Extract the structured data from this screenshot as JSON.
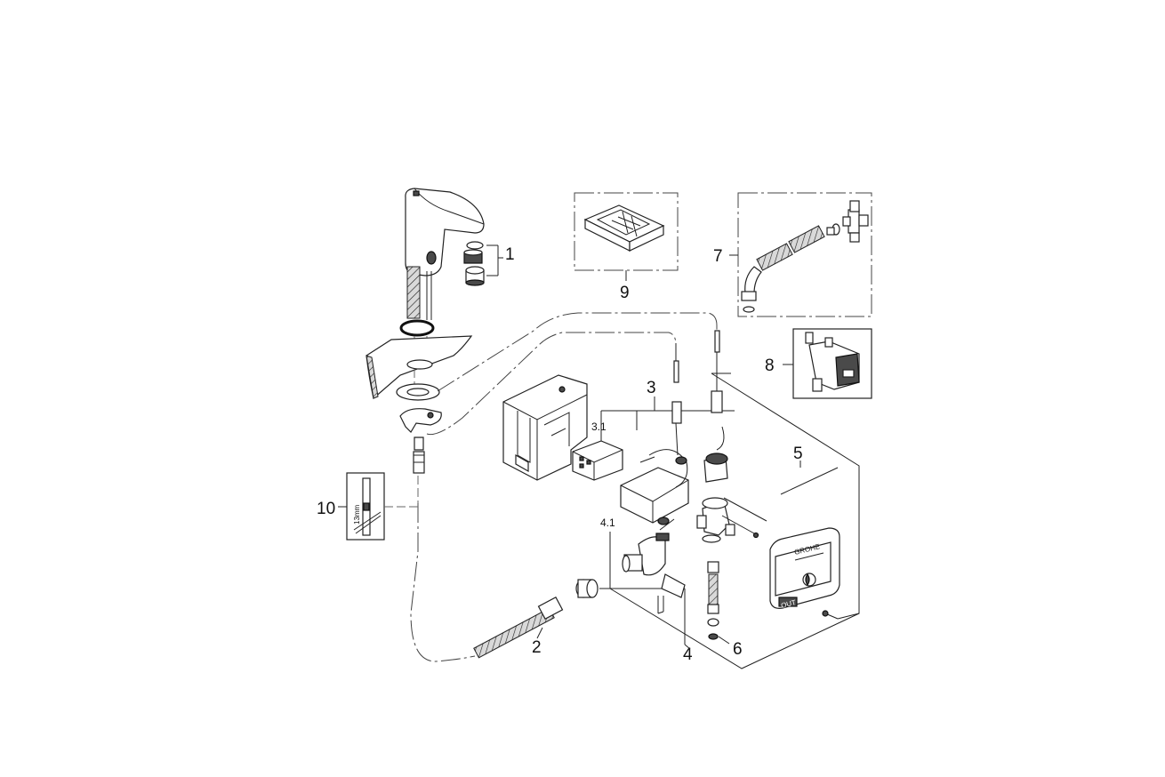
{
  "diagram": {
    "labels": {
      "p1": "1",
      "p2": "2",
      "p3": "3",
      "p3_1": "3.1",
      "p4": "4",
      "p4_1": "4.1",
      "p5": "5",
      "p6": "6",
      "p7": "7",
      "p8": "8",
      "p9": "9",
      "p10": "10"
    },
    "wrench_text": "13mm",
    "cover_logo": "GROHE",
    "cover_button": "OUT"
  }
}
